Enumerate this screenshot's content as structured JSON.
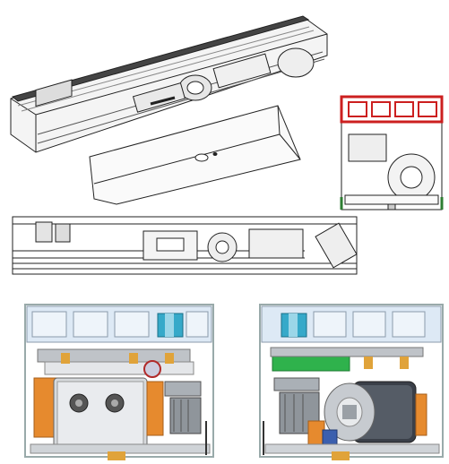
{
  "figure": {
    "views": [
      {
        "id": "isometric-operator",
        "kind": "exploded isometric drawing"
      },
      {
        "id": "red-profile-section",
        "kind": "cross-section with highlighted profile"
      },
      {
        "id": "side-elevation",
        "kind": "side elevation line drawing"
      },
      {
        "id": "section-gearbox-side",
        "kind": "rendered cross-section"
      },
      {
        "id": "section-motor-side",
        "kind": "rendered cross-section"
      }
    ],
    "colors": {
      "line": "#222222",
      "highlight": "#cc1f1f",
      "aluminium": "#d8dde2",
      "light-blue": "#dde9f5",
      "orange": "#e68a2e",
      "green": "#2fb24c",
      "cyan": "#36a9c9",
      "steel": "#c7cbd0",
      "motor-dark": "#3a3f48"
    }
  }
}
